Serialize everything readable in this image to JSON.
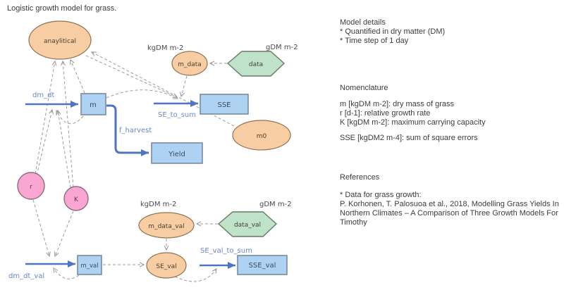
{
  "title": "Logistic growth model for grass.",
  "colors": {
    "node_peach_fill": "#f9cda3",
    "node_peach_stroke": "#8c7354",
    "hexagon_green_fill": "#bfe3c9",
    "stock_blue_fill": "#aed3f2",
    "parameter_pink_fill": "#f9a6d2",
    "flow_arrow_blue": "#4f74c0",
    "flow_label_blue": "#6a88cc",
    "dependency_gray": "#9b9b9b"
  },
  "diagram": {
    "units": {
      "kgdm_top": "kgDM m-2",
      "gdm_top": "gDM m-2",
      "kgdm_bottom": "kgDM m-2",
      "gdm_bottom": "gDM m-2"
    },
    "nodes": {
      "anaylitical": "anaylitical",
      "m_data": "m_data",
      "data": "data",
      "m": "m",
      "sse": "SSE",
      "m0": "m0",
      "yield": "Yield",
      "r": "r",
      "k": "K",
      "m_data_val": "m_data_val",
      "data_val": "data_val",
      "se_val": "SE_val",
      "m_val": "m_val",
      "sse_val": "SSE_val"
    },
    "flows": {
      "dm_dt": "dm_dt",
      "se_to_sum": "SE_to_sum",
      "f_harvest": "f_harvest",
      "dm_dt_val": "dm_dt_val",
      "se_val_to_sum": "SE_val_to_sum"
    }
  },
  "panel": {
    "model_details": {
      "heading": "Model details",
      "items": [
        "* Quantified in dry matter (DM)",
        "* Time step of 1 day"
      ]
    },
    "nomenclature": {
      "heading": "Nomenclature",
      "items": [
        "m [kgDM m-2]: dry mass of grass",
        "r [d-1]: relative growth rate",
        "K [kgDM m-2]: maximum carrying capacity"
      ],
      "sse_item": "SSE [kgDM2 m-4]: sum of square errors"
    },
    "references": {
      "heading": "References",
      "items": [
        "* Data for grass growth:",
        "P. Korhonen, T. Palosuoa et al., 2018, Modelling Grass Yields In Northern Climates – A Comparison of Three Growth Models For Timothy"
      ]
    }
  }
}
